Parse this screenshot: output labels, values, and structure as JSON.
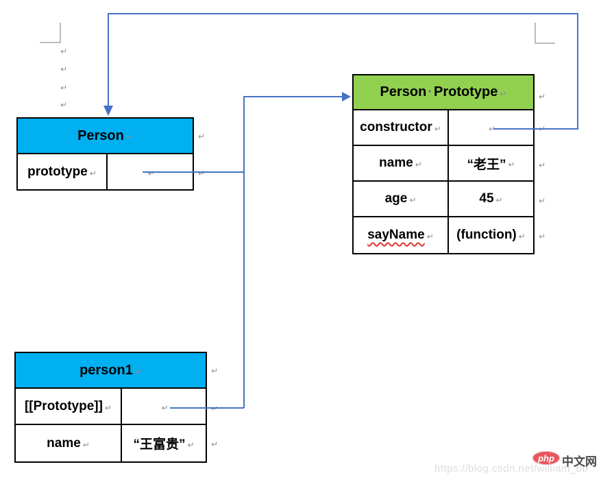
{
  "colors": {
    "header_blue": "#00b0f0",
    "header_green": "#92d050",
    "connector_blue": "#4472c4",
    "table_border": "#000000",
    "format_mark_gray": "#8f8f8f",
    "corner_mark_gray": "#a6a6a6",
    "spellcheck_red": "#e0342f",
    "logo_red": "#e8565f",
    "watermark_text_gray": "#dcdcdc"
  },
  "marks": {
    "pilcrow": "↵",
    "space_dot": "·"
  },
  "tables": {
    "person": {
      "title": "Person",
      "rows": [
        {
          "key": "prototype",
          "value": ""
        }
      ]
    },
    "person_prototype": {
      "title_parts": [
        "Person",
        "Prototype"
      ],
      "rows": [
        {
          "key": "constructor",
          "value": ""
        },
        {
          "key": "name",
          "value": "“老王”"
        },
        {
          "key": "age",
          "value": "45"
        },
        {
          "key": "sayName",
          "value": "(function)"
        }
      ]
    },
    "person1": {
      "title": "person1",
      "rows": [
        {
          "key": "[[Prototype]]",
          "value": ""
        },
        {
          "key": "name",
          "value": "“王富贵”"
        }
      ]
    }
  },
  "watermark": {
    "logo": "php",
    "brand": "中文网",
    "url": "https://blog.csdn.net/william_bb"
  }
}
